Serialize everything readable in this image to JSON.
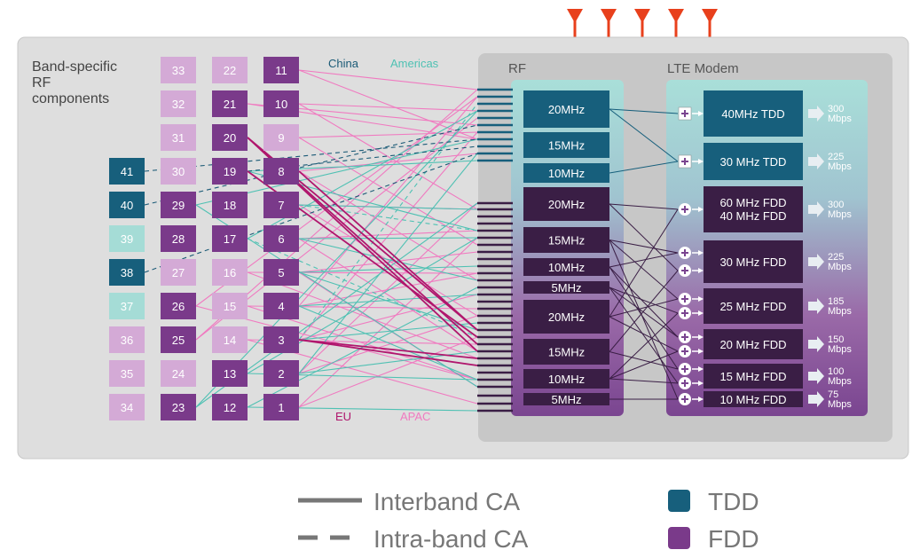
{
  "panel_title": "Band-specific\nRF\ncomponents",
  "region_labels": {
    "china": "China",
    "americas": "Americas",
    "eu": "EU",
    "apac": "APAC"
  },
  "rf_title": "RF",
  "modem_title": "LTE Modem",
  "colors": {
    "tdd": "#175f7c",
    "fdd": "#7a3a8a",
    "fdd_dark": "#3a1e45",
    "fdd_light": "#d4aad6",
    "tdd_light": "#a5dcd6",
    "china": "#1a5a76",
    "americas": "#4fc1b3",
    "eu": "#b0166d",
    "apac": "#f07ac0",
    "panel": "#dedede",
    "inner": "#c7c7c7",
    "rf_column_top": "#a9dfd9",
    "rf_column_bottom": "#7a4590"
  },
  "bands": [
    {
      "id": "11",
      "style": "fdd"
    },
    {
      "id": "10",
      "style": "fdd"
    },
    {
      "id": "9",
      "style": "light"
    },
    {
      "id": "8",
      "style": "fdd"
    },
    {
      "id": "7",
      "style": "fdd"
    },
    {
      "id": "6",
      "style": "fdd"
    },
    {
      "id": "5",
      "style": "fdd"
    },
    {
      "id": "4",
      "style": "fdd"
    },
    {
      "id": "3",
      "style": "fdd"
    },
    {
      "id": "2",
      "style": "fdd"
    },
    {
      "id": "1",
      "style": "fdd"
    },
    {
      "id": "22",
      "style": "light"
    },
    {
      "id": "21",
      "style": "fdd"
    },
    {
      "id": "20",
      "style": "fdd"
    },
    {
      "id": "19",
      "style": "fdd"
    },
    {
      "id": "18",
      "style": "fdd"
    },
    {
      "id": "17",
      "style": "fdd"
    },
    {
      "id": "16",
      "style": "light"
    },
    {
      "id": "15",
      "style": "light"
    },
    {
      "id": "14",
      "style": "light"
    },
    {
      "id": "13",
      "style": "fdd"
    },
    {
      "id": "12",
      "style": "fdd"
    },
    {
      "id": "33",
      "style": "light"
    },
    {
      "id": "32",
      "style": "light"
    },
    {
      "id": "31",
      "style": "light"
    },
    {
      "id": "30",
      "style": "light"
    },
    {
      "id": "29",
      "style": "fdd"
    },
    {
      "id": "28",
      "style": "fdd"
    },
    {
      "id": "27",
      "style": "light"
    },
    {
      "id": "26",
      "style": "fdd"
    },
    {
      "id": "25",
      "style": "fdd"
    },
    {
      "id": "24",
      "style": "light"
    },
    {
      "id": "23",
      "style": "fdd"
    },
    {
      "id": "41",
      "style": "tdd"
    },
    {
      "id": "40",
      "style": "tdd"
    },
    {
      "id": "39",
      "style": "tdd_light"
    },
    {
      "id": "38",
      "style": "tdd"
    },
    {
      "id": "37",
      "style": "tdd_light"
    },
    {
      "id": "36",
      "style": "light"
    },
    {
      "id": "35",
      "style": "light"
    },
    {
      "id": "34",
      "style": "light"
    }
  ],
  "rf_boxes": [
    {
      "label": "20MHz",
      "style": "tdd"
    },
    {
      "label": "15MHz",
      "style": "tdd"
    },
    {
      "label": "10MHz",
      "style": "tdd"
    },
    {
      "label": "20MHz",
      "style": "fdd"
    },
    {
      "label": "15MHz",
      "style": "fdd"
    },
    {
      "label": "10MHz",
      "style": "fdd"
    },
    {
      "label": "5MHz",
      "style": "fdd"
    },
    {
      "label": "20MHz",
      "style": "fdd"
    },
    {
      "label": "15MHz",
      "style": "fdd"
    },
    {
      "label": "10MHz",
      "style": "fdd"
    },
    {
      "label": "5MHz",
      "style": "fdd"
    }
  ],
  "modem_rows": [
    {
      "lines": [
        "40MHz TDD"
      ],
      "style": "tdd",
      "speed": [
        "300",
        "Mbps"
      ],
      "plus": 1,
      "plus_style": "square"
    },
    {
      "lines": [
        "30 MHz TDD"
      ],
      "style": "tdd",
      "speed": [
        "225",
        "Mbps"
      ],
      "plus": 1,
      "plus_style": "square"
    },
    {
      "lines": [
        "60 MHz FDD",
        "40 MHz FDD"
      ],
      "style": "fdd",
      "speed": [
        "300",
        "Mbps"
      ],
      "plus": 1,
      "plus_style": "circle"
    },
    {
      "lines": [
        "30 MHz FDD"
      ],
      "style": "fdd",
      "speed": [
        "225",
        "Mbps"
      ],
      "plus": 2,
      "plus_style": "circle"
    },
    {
      "lines": [
        "25 MHz FDD"
      ],
      "style": "fdd",
      "speed": [
        "185",
        "Mbps"
      ],
      "plus": 2,
      "plus_style": "circle"
    },
    {
      "lines": [
        "20 MHz FDD"
      ],
      "style": "fdd",
      "speed": [
        "150",
        "Mbps"
      ],
      "plus": 2,
      "plus_style": "circle"
    },
    {
      "lines": [
        "15 MHz FDD"
      ],
      "style": "fdd",
      "speed": [
        "100",
        "Mbps"
      ],
      "plus": 2,
      "plus_style": "circle"
    },
    {
      "lines": [
        "10 MHz FDD"
      ],
      "style": "fdd",
      "speed": [
        "75",
        "Mbps"
      ],
      "plus": 1,
      "plus_style": "circle"
    }
  ],
  "legend": {
    "interband": "Interband CA",
    "intraband": "Intra-band CA",
    "tdd": "TDD",
    "fdd": "FDD"
  },
  "antenna_count": 5
}
